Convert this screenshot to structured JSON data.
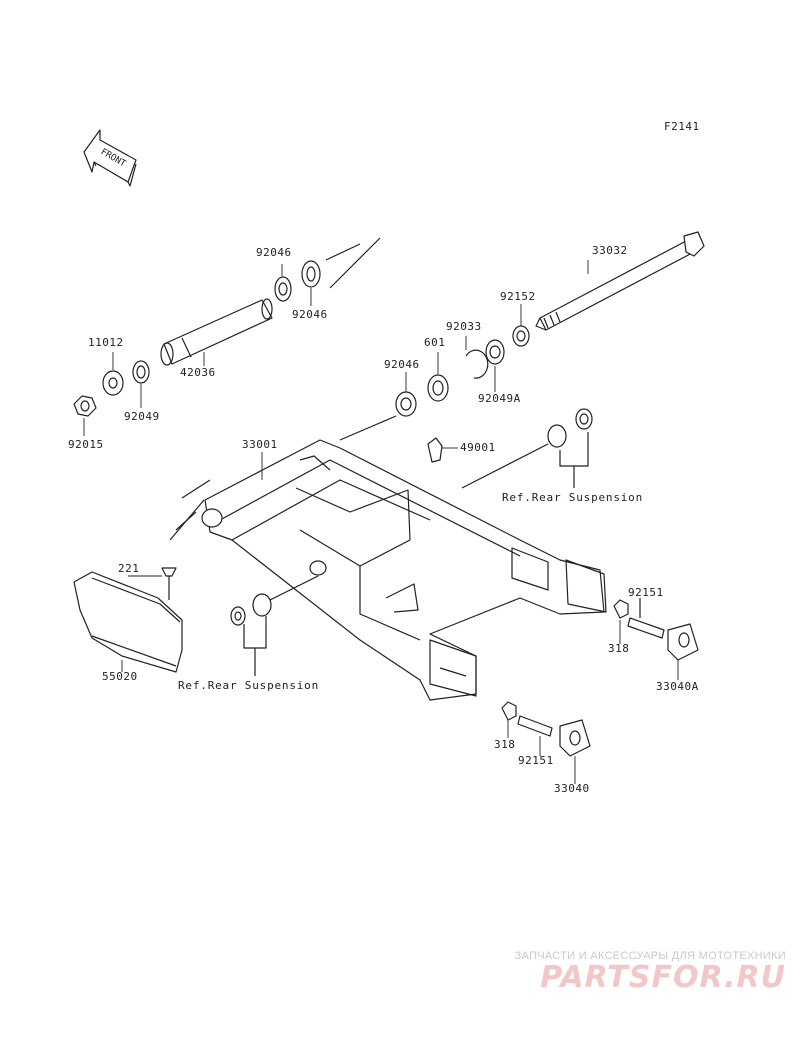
{
  "figure_code": "F2141",
  "front_marker": "FRONT",
  "parts": {
    "p92046_top": "92046",
    "p92046_top2": "92046",
    "p11012": "11012",
    "p42036": "42036",
    "p92049": "92049",
    "p92015": "92015",
    "p33032": "33032",
    "p92152": "92152",
    "p92033": "92033",
    "p601": "601",
    "p92046_mid": "92046",
    "p92049A": "92049A",
    "p49001": "49001",
    "p33001": "33001",
    "p221": "221",
    "p55020": "55020",
    "p92151_r": "92151",
    "p318_r": "318",
    "p33040A": "33040A",
    "p318_b": "318",
    "p92151_b": "92151",
    "p33040": "33040"
  },
  "references": {
    "ref_upper": "Ref.Rear Suspension",
    "ref_lower": "Ref.Rear Suspension"
  },
  "watermark": {
    "tagline": "ЗАПЧАСТИ И АКСЕССУАРЫ ДЛЯ МОТОТЕХНИКИ",
    "logo": "PARTSFOR.RU"
  }
}
